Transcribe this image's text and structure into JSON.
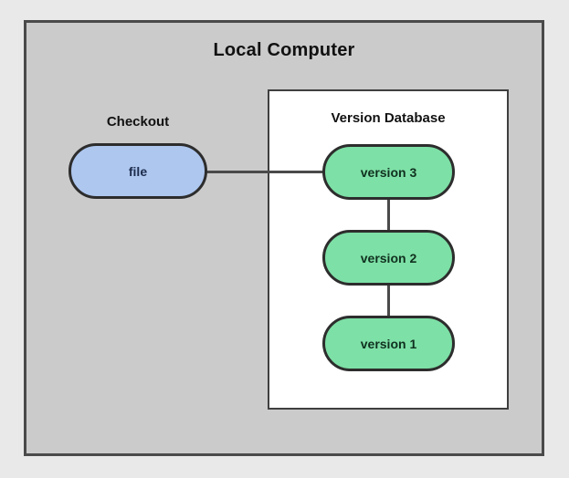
{
  "title": "Local Computer",
  "checkout": {
    "label": "Checkout",
    "node_label": "file"
  },
  "version_database": {
    "label": "Version Database",
    "versions": [
      {
        "label": "version 3"
      },
      {
        "label": "version 2"
      },
      {
        "label": "version 1"
      }
    ]
  },
  "colors": {
    "page_background": "#e9e9e9",
    "outer_box_fill": "#cbcbcb",
    "outer_box_border": "#4a4a4a",
    "inner_box_fill": "#ffffff",
    "inner_box_border": "#3f3f3f",
    "file_node_fill": "#aec7ef",
    "version_node_fill": "#7de0a6",
    "node_border": "#2d2d2d",
    "file_node_text": "#1d2c4c",
    "version_node_text": "#10301f",
    "label_text": "#111111",
    "connector": "#4a4a4a"
  }
}
